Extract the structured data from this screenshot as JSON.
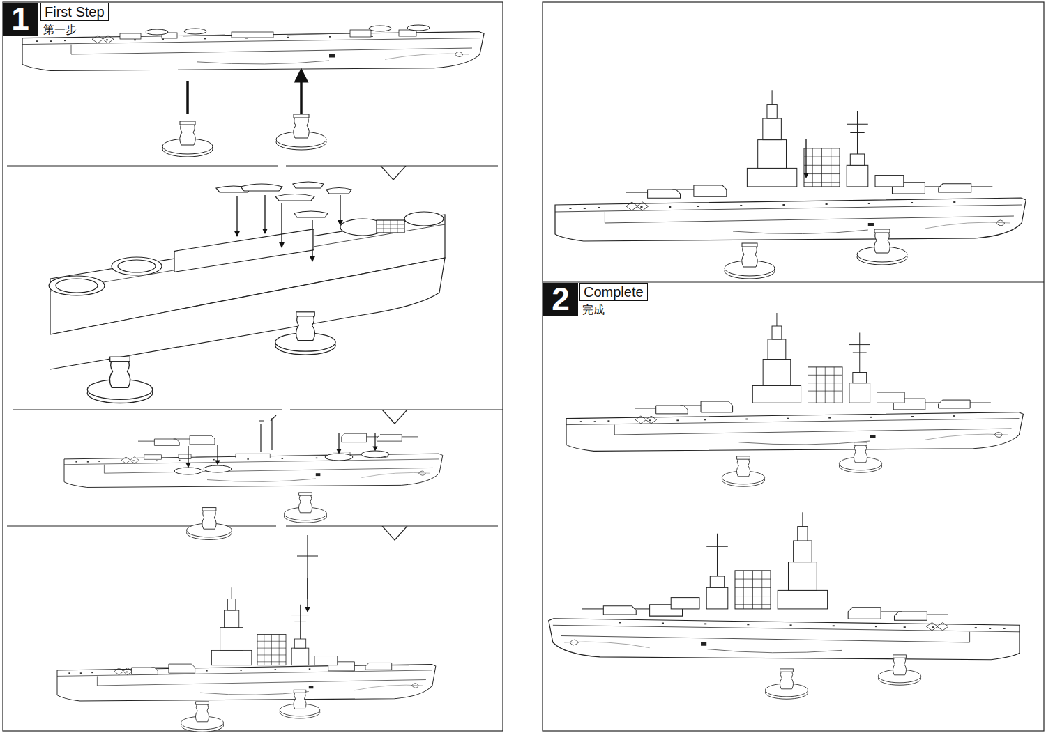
{
  "diagram": {
    "nodes": [
      {
        "text": [
          "1"
        ]
      },
      {
        "text": [
          "First Step",
          "第一步"
        ]
      },
      {
        "text": [
          "2"
        ]
      },
      {
        "text": [
          "Complete",
          "完成"
        ]
      }
    ]
  }
}
